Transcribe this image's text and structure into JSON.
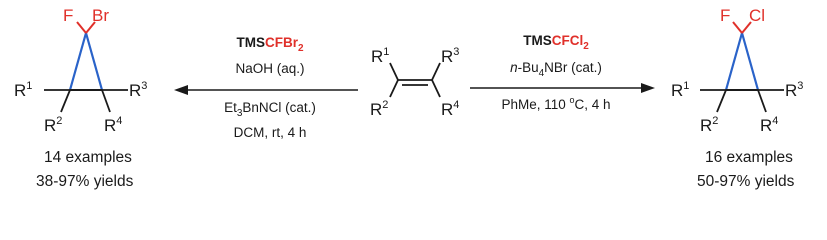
{
  "colors": {
    "halogen": "#e0302a",
    "ring_bond": "#2a63c9",
    "ink": "#1a1a1a"
  },
  "left_product": {
    "halogen_1": "F",
    "halogen_2": "Br",
    "r1": "R",
    "r1_sup": "1",
    "r2": "R",
    "r2_sup": "2",
    "r3": "R",
    "r3_sup": "3",
    "r4": "R",
    "r4_sup": "4",
    "examples": "14 examples",
    "yields": "38-97% yields"
  },
  "left_conditions": {
    "reagent_prefix": "TMS",
    "reagent_colored": "CFBr",
    "reagent_sub": "2",
    "base": "NaOH (aq.)",
    "catalyst_prefix": "Et",
    "catalyst_sub": "3",
    "catalyst_rest": "BnNCl (cat.)",
    "solvent": "DCM, rt,  4 h"
  },
  "alkene": {
    "r1": "R",
    "r1_sup": "1",
    "r2": "R",
    "r2_sup": "2",
    "r3": "R",
    "r3_sup": "3",
    "r4": "R",
    "r4_sup": "4"
  },
  "right_conditions": {
    "reagent_prefix": "TMS",
    "reagent_colored": "CFCl",
    "reagent_sub": "2",
    "catalyst_italic": "n",
    "catalyst_rest": "-Bu",
    "catalyst_sub": "4",
    "catalyst_tail": "NBr (cat.)",
    "solvent": "PhMe, 110 ",
    "degree": "o",
    "solvent_tail": "C, 4 h"
  },
  "right_product": {
    "halogen_1": "F",
    "halogen_2": "Cl",
    "r1": "R",
    "r1_sup": "1",
    "r2": "R",
    "r2_sup": "2",
    "r3": "R",
    "r3_sup": "3",
    "r4": "R",
    "r4_sup": "4",
    "examples": "16 examples",
    "yields": "50-97% yields"
  }
}
